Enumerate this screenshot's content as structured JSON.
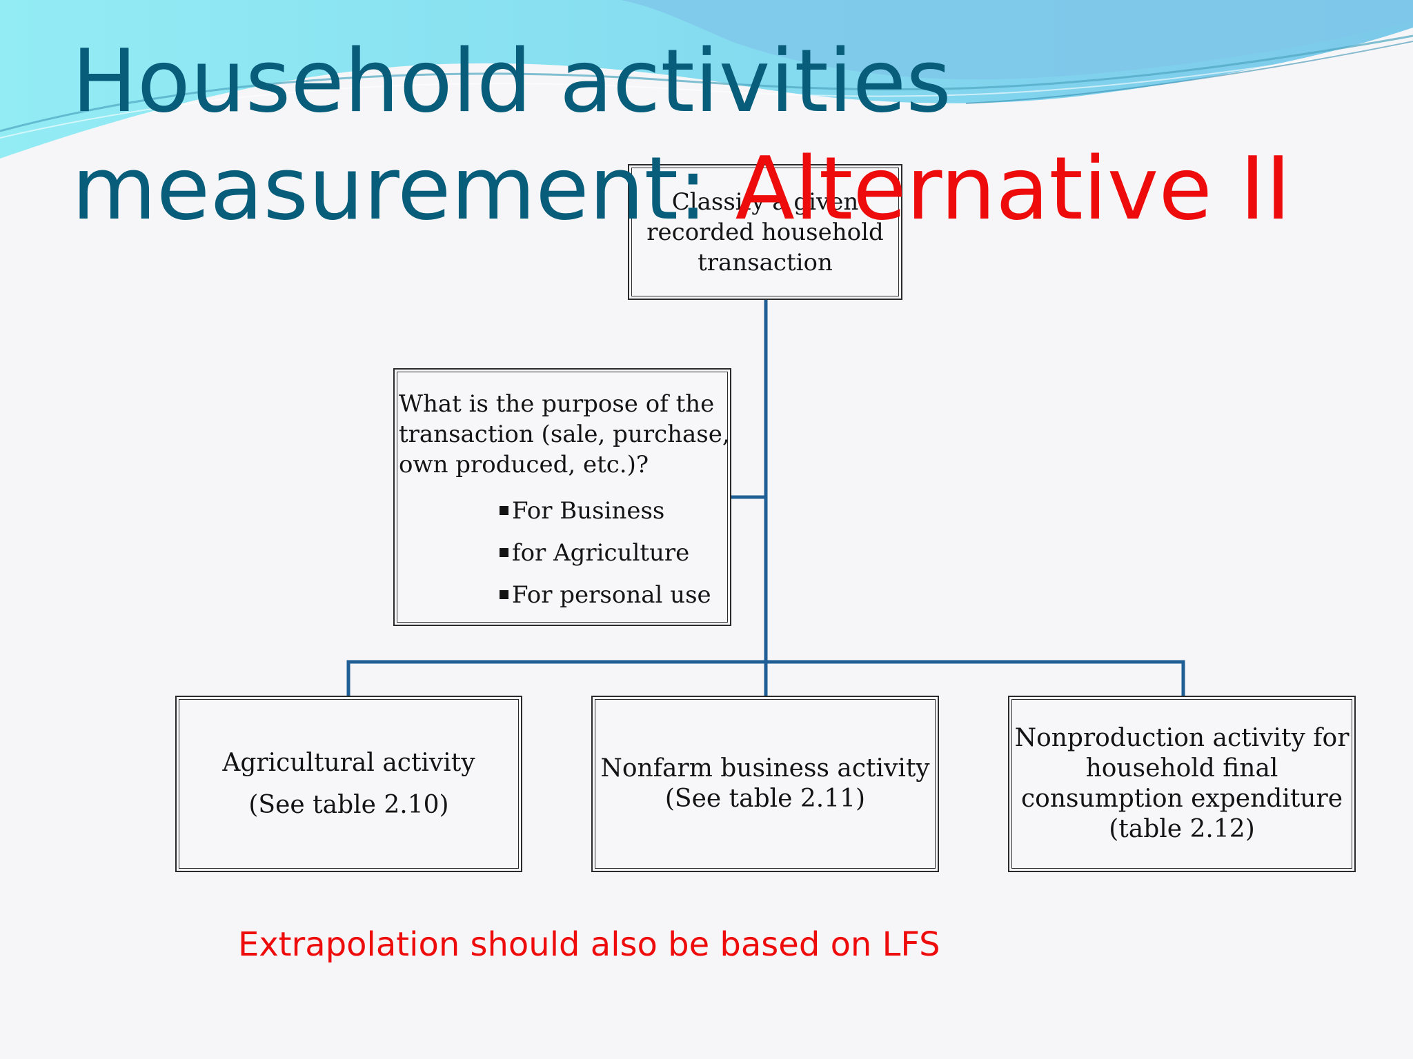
{
  "title": {
    "line1": "Household activities",
    "line2_main": "measurement: ",
    "line2_accent": "Alternative II"
  },
  "diagram": {
    "root": {
      "lines": [
        "Classify a given",
        "recorded  household",
        "transaction"
      ]
    },
    "purpose": {
      "question_lines": [
        "What is the purpose of the",
        "transaction (sale, purchase,",
        "own produced, etc.)?"
      ],
      "options": [
        "For Business",
        "for Agriculture",
        "For personal use"
      ]
    },
    "categories": [
      {
        "lines": [
          "Agricultural activity",
          "(See table 2.10)"
        ]
      },
      {
        "lines": [
          "Nonfarm business activity",
          "(See table 2.11)"
        ]
      },
      {
        "lines": [
          "Nonproduction activity for",
          "household final",
          "consumption expenditure",
          "(table 2.12)"
        ]
      }
    ]
  },
  "footnote": "Extrapolation should also be based on LFS",
  "colors": {
    "title": "#075d7a",
    "accent": "#ee0b0b",
    "connector": "#1f5f95",
    "wave_light": "#8fe8f2",
    "wave_mid": "#7fcbe9"
  }
}
